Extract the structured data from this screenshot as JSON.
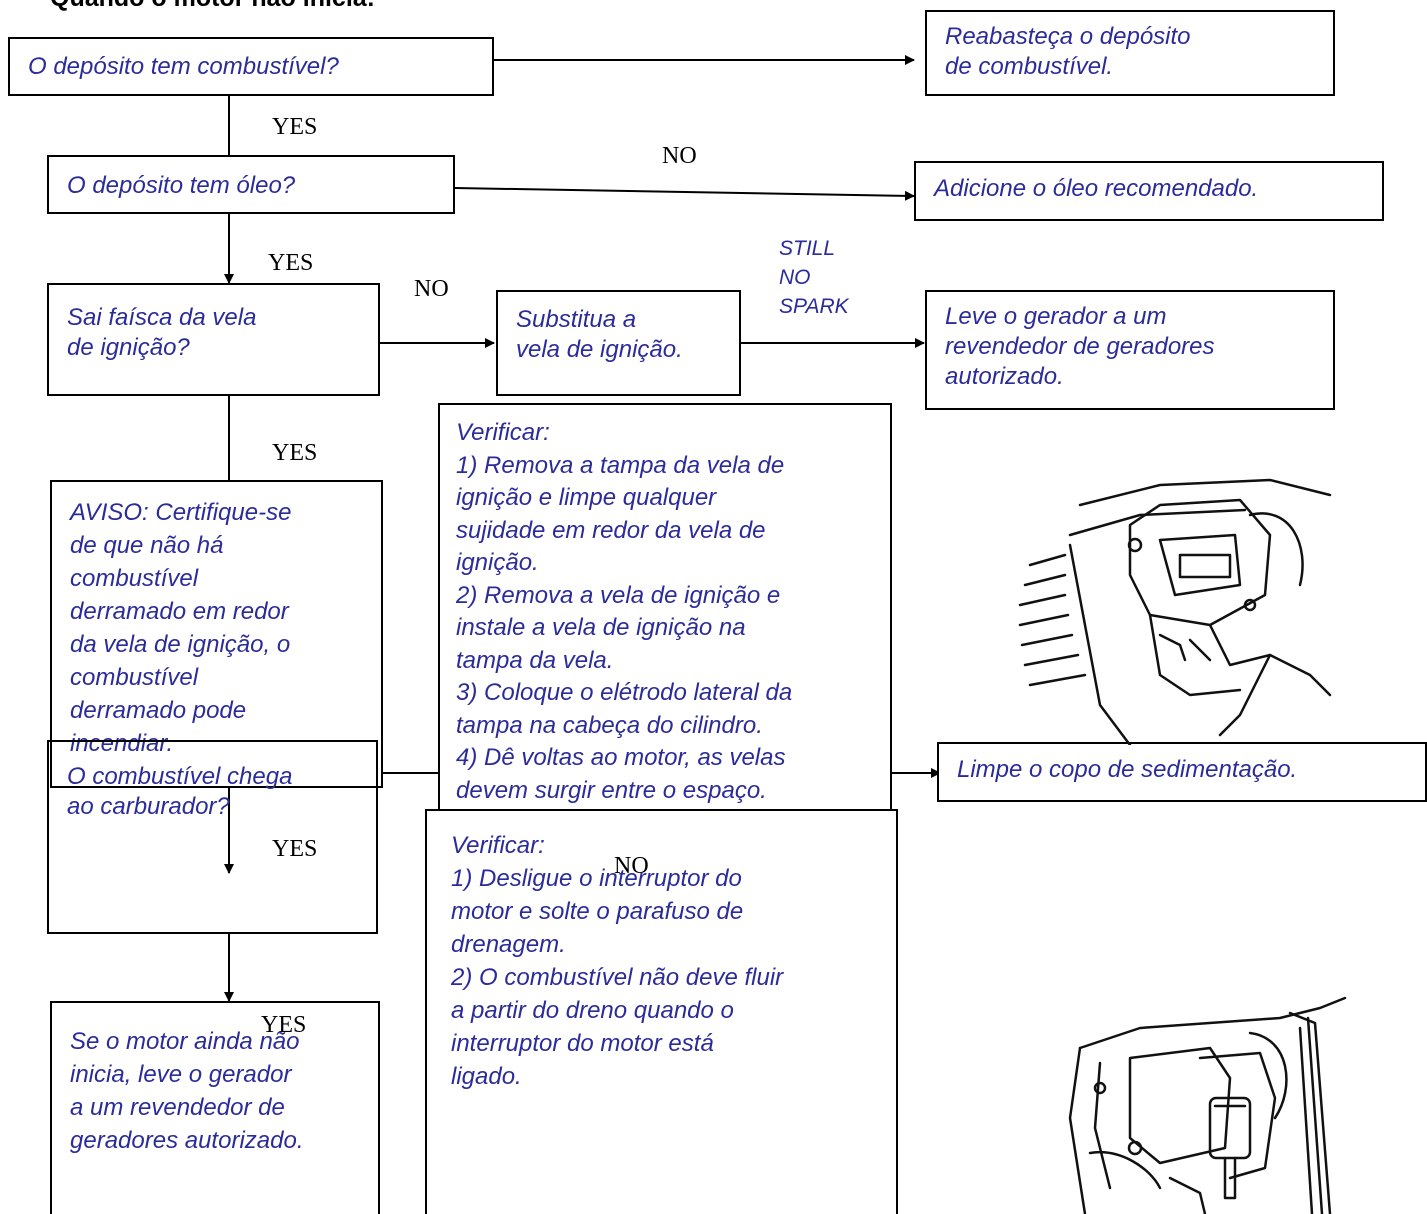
{
  "title": "Quando o motor não inicia:",
  "nodes": {
    "q_fuel": [
      "O depósito tem combustível?"
    ],
    "refuel": [
      "Reabasteça o depósito",
      "de combustível."
    ],
    "q_oil": [
      "O depósito tem óleo?"
    ],
    "add_oil": [
      "Adicione o óleo recomendado."
    ],
    "q_spark": [
      "Sai faísca da vela",
      "de ignição?"
    ],
    "replace_plug": [
      "Substitua a",
      "vela de ignição."
    ],
    "dealer_spark": [
      "Leve o gerador a um",
      "revendedor de geradores",
      "autorizado."
    ],
    "check_spark": [
      "Verificar:",
      "1) Remova a tampa da vela de",
      "ignição e limpe qualquer",
      "sujidade em redor da vela de",
      "ignição.",
      "2) Remova a vela de ignição e",
      "instale a vela de ignição na",
      "tampa da vela.",
      "3) Coloque o elétrodo lateral da",
      "tampa na cabeça do cilindro.",
      "4) Dê voltas ao motor, as velas",
      "devem surgir entre o espaço."
    ],
    "warning": [
      "AVISO: Certifique-se",
      "de que não há",
      "combustível",
      "derramado em redor",
      "da vela de ignição, o",
      "combustível",
      "derramado pode",
      "incendiar."
    ],
    "q_carb": [
      "O combustível chega",
      "ao carburador?"
    ],
    "clean_cup": [
      "Limpe o copo de sedimentação."
    ],
    "check_carb": [
      "Verificar:",
      "1) Desligue o interruptor do",
      "motor e solte o parafuso de",
      "drenagem.",
      "2) O combustível não deve fluir",
      "a partir do dreno quando o",
      "interruptor do motor está",
      "ligado."
    ],
    "dealer_final": [
      "Se o motor ainda não",
      "inicia, leve o gerador",
      "a um revendedor de",
      "geradores autorizado."
    ]
  },
  "labels": {
    "yes_1": "YES",
    "no_1": "NO",
    "yes_2": "YES",
    "no_2": "NO",
    "still_no_spark": [
      "STILL",
      "NO",
      "SPARK"
    ],
    "yes_3": "YES",
    "yes_4": "YES",
    "no_3": "NO",
    "yes_5": "YES"
  }
}
